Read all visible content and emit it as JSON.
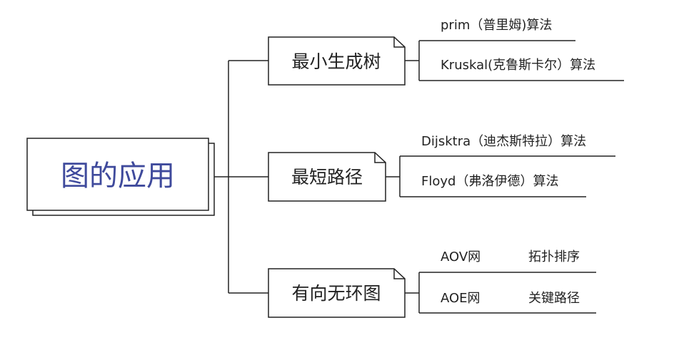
{
  "root": {
    "label": "图的应用"
  },
  "branches": [
    {
      "label": "最小生成树",
      "leaves": [
        {
          "label": "prim（普里姆)算法"
        },
        {
          "label": "Kruskal(克鲁斯卡尔）算法"
        }
      ]
    },
    {
      "label": "最短路径",
      "leaves": [
        {
          "label": "Dijsktra（迪杰斯特拉）算法"
        },
        {
          "label": "Floyd（弗洛伊德）算法"
        }
      ]
    },
    {
      "label": "有向无环图",
      "leaves": [
        {
          "label": "AOV网",
          "detail": "拓扑排序"
        },
        {
          "label": "AOE网",
          "detail": "关键路径"
        }
      ]
    }
  ]
}
